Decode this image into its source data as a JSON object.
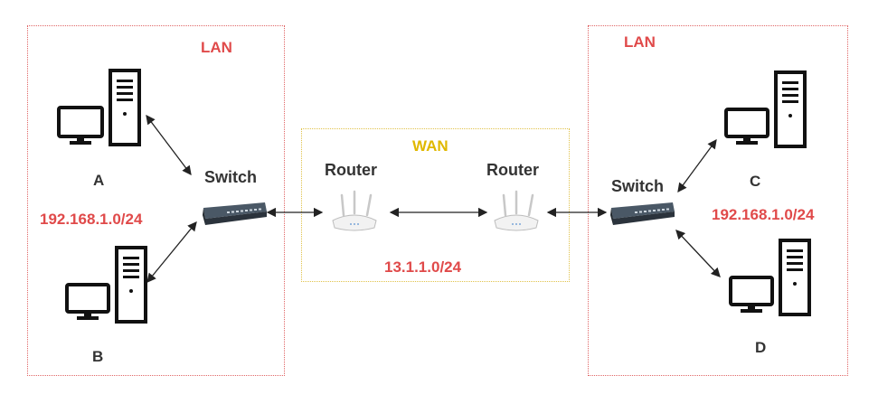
{
  "diagram": {
    "left_lan": {
      "title": "LAN",
      "subnet": "192.168.1.0/24",
      "switch_label": "Switch",
      "hosts": [
        {
          "label": "A"
        },
        {
          "label": "B"
        }
      ]
    },
    "wan": {
      "title": "WAN",
      "subnet": "13.1.1.0/24",
      "routers": [
        {
          "label": "Router"
        },
        {
          "label": "Router"
        }
      ]
    },
    "right_lan": {
      "title": "LAN",
      "subnet": "192.168.1.0/24",
      "switch_label": "Switch",
      "hosts": [
        {
          "label": "C"
        },
        {
          "label": "D"
        }
      ]
    },
    "colors": {
      "lan": "#e04a4a",
      "wan": "#e0b800",
      "device": "#333333"
    }
  }
}
